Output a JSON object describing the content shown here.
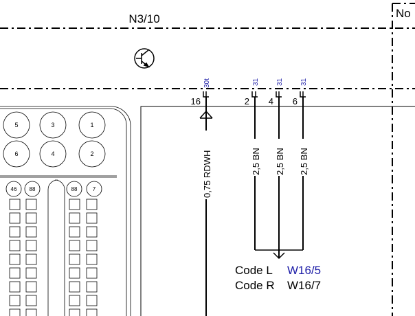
{
  "component": {
    "id": "N3/10"
  },
  "neighbor_component": {
    "id_fragment": "No"
  },
  "connector": {
    "pins": [
      {
        "pin": "16",
        "terminal": "30t",
        "wire": "0,75 RDWH"
      },
      {
        "pin": "2",
        "terminal": "31",
        "wire": "2,5 BN"
      },
      {
        "pin": "4",
        "terminal": "31",
        "wire": "2,5 BN"
      },
      {
        "pin": "6",
        "terminal": "31",
        "wire": "2,5 BN"
      }
    ]
  },
  "connector_face": {
    "large_pins": [
      "5",
      "3",
      "1",
      "6",
      "4",
      "2"
    ],
    "small_pins": [
      "46",
      "88",
      "88",
      "7"
    ]
  },
  "codes": [
    {
      "label": "Code L",
      "ref": "W16/5",
      "color": "#1a1aa6"
    },
    {
      "label": "Code R",
      "ref": "W16/7",
      "color": "#000000"
    }
  ]
}
